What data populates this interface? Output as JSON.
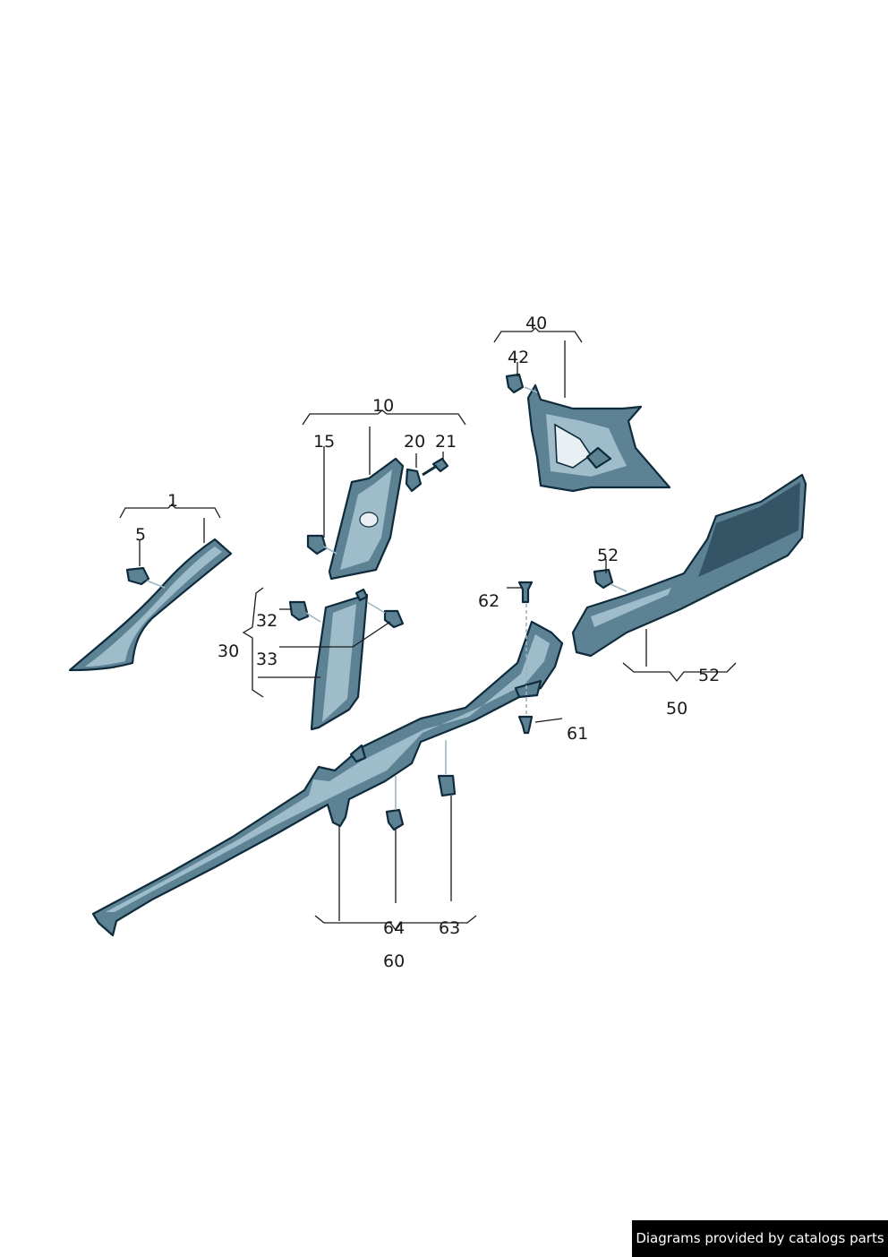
{
  "labels": {
    "p1": "1",
    "p5": "5",
    "p10": "10",
    "p15": "15",
    "p20": "20",
    "p21": "21",
    "p30": "30",
    "p32": "32",
    "p33": "33",
    "p40": "40",
    "p42": "42",
    "p50": "50",
    "p52a": "52",
    "p52b": "52",
    "p60": "60",
    "p61": "61",
    "p62": "62",
    "p63": "63",
    "p64": "64"
  },
  "credit": "Diagrams provided by catalogs parts",
  "colors": {
    "part_fill": "#5d8294",
    "part_outline": "#0e2b3c",
    "highlight": "#9fbccb",
    "leader_line": "#1a1a1a",
    "credit_bg": "#000000"
  }
}
